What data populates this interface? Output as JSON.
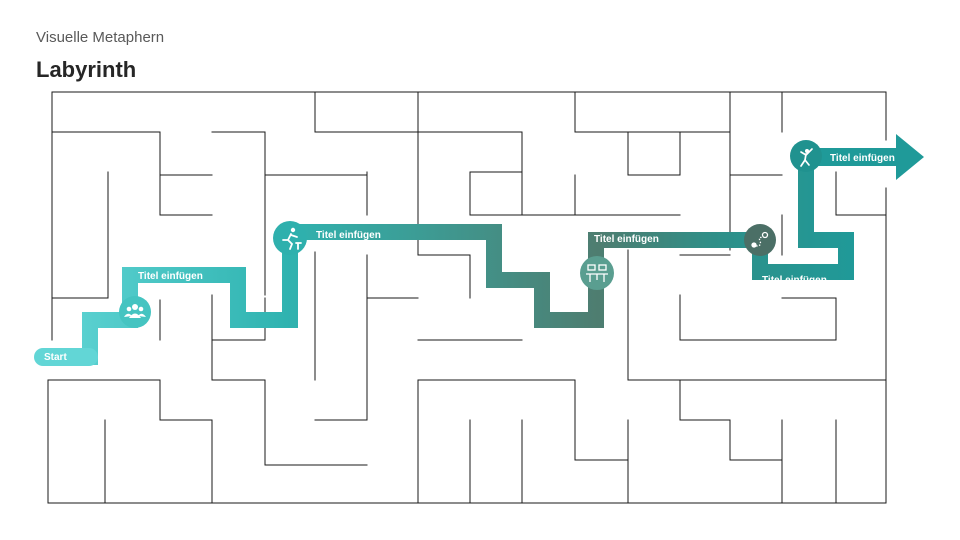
{
  "header": {
    "subtitle": "Visuelle Metaphern",
    "title": "Labyrinth"
  },
  "path": {
    "start_label": "Start",
    "steps": [
      {
        "label": "Titel einfügen",
        "icon": "team-icon"
      },
      {
        "label": "Titel einfügen",
        "icon": "hurdle-runner-icon"
      },
      {
        "label": "Titel einfügen",
        "icon": "meeting-icon"
      },
      {
        "label": "Titel einfügen",
        "icon": "route-map-icon"
      },
      {
        "label": "Titel einfügen",
        "icon": "goal-celebration-icon"
      }
    ],
    "colors": {
      "start": "#5ed3d3",
      "mid": "#3aaaa5",
      "dark": "#4b6f66",
      "end": "#20908f"
    }
  }
}
